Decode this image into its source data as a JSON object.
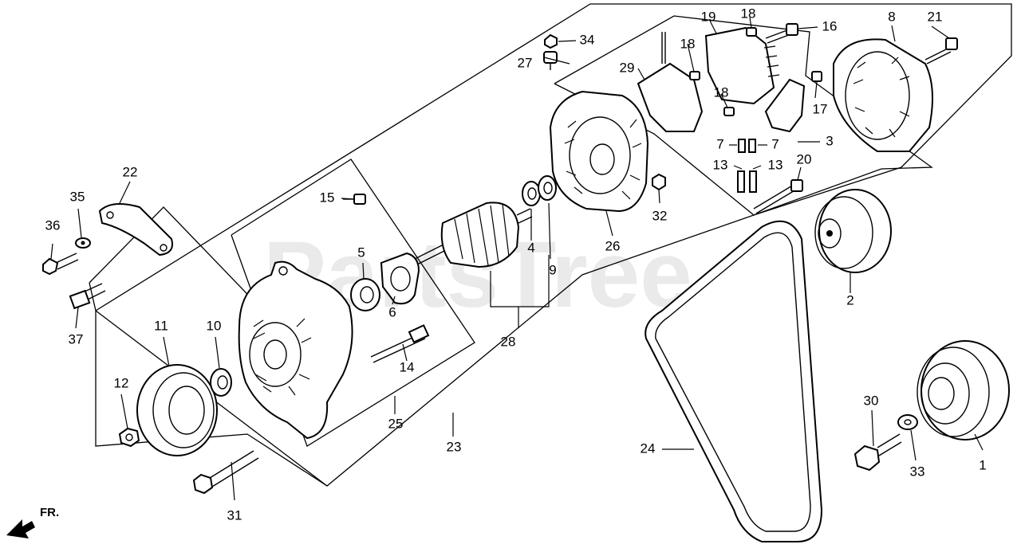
{
  "watermark": "PartsTree",
  "direction_label": "FR.",
  "callouts": [
    {
      "id": "c1",
      "text": "1"
    },
    {
      "id": "c2",
      "text": "2"
    },
    {
      "id": "c3",
      "text": "3"
    },
    {
      "id": "c4",
      "text": "4"
    },
    {
      "id": "c5",
      "text": "5"
    },
    {
      "id": "c6",
      "text": "6"
    },
    {
      "id": "c7a",
      "text": "7"
    },
    {
      "id": "c7b",
      "text": "7"
    },
    {
      "id": "c8",
      "text": "8"
    },
    {
      "id": "c9",
      "text": "9"
    },
    {
      "id": "c10",
      "text": "10"
    },
    {
      "id": "c11",
      "text": "11"
    },
    {
      "id": "c12",
      "text": "12"
    },
    {
      "id": "c13a",
      "text": "13"
    },
    {
      "id": "c13b",
      "text": "13"
    },
    {
      "id": "c14",
      "text": "14"
    },
    {
      "id": "c15",
      "text": "15"
    },
    {
      "id": "c16",
      "text": "16"
    },
    {
      "id": "c17",
      "text": "17"
    },
    {
      "id": "c18a",
      "text": "18"
    },
    {
      "id": "c18b",
      "text": "18"
    },
    {
      "id": "c18c",
      "text": "18"
    },
    {
      "id": "c19",
      "text": "19"
    },
    {
      "id": "c20",
      "text": "20"
    },
    {
      "id": "c21",
      "text": "21"
    },
    {
      "id": "c22",
      "text": "22"
    },
    {
      "id": "c23",
      "text": "23"
    },
    {
      "id": "c24",
      "text": "24"
    },
    {
      "id": "c25",
      "text": "25"
    },
    {
      "id": "c26",
      "text": "26"
    },
    {
      "id": "c27",
      "text": "27"
    },
    {
      "id": "c28",
      "text": "28"
    },
    {
      "id": "c29",
      "text": "29"
    },
    {
      "id": "c30",
      "text": "30"
    },
    {
      "id": "c31",
      "text": "31"
    },
    {
      "id": "c32",
      "text": "32"
    },
    {
      "id": "c33",
      "text": "33"
    },
    {
      "id": "c34",
      "text": "34"
    },
    {
      "id": "c35",
      "text": "35"
    },
    {
      "id": "c36",
      "text": "36"
    },
    {
      "id": "c37",
      "text": "37"
    }
  ]
}
